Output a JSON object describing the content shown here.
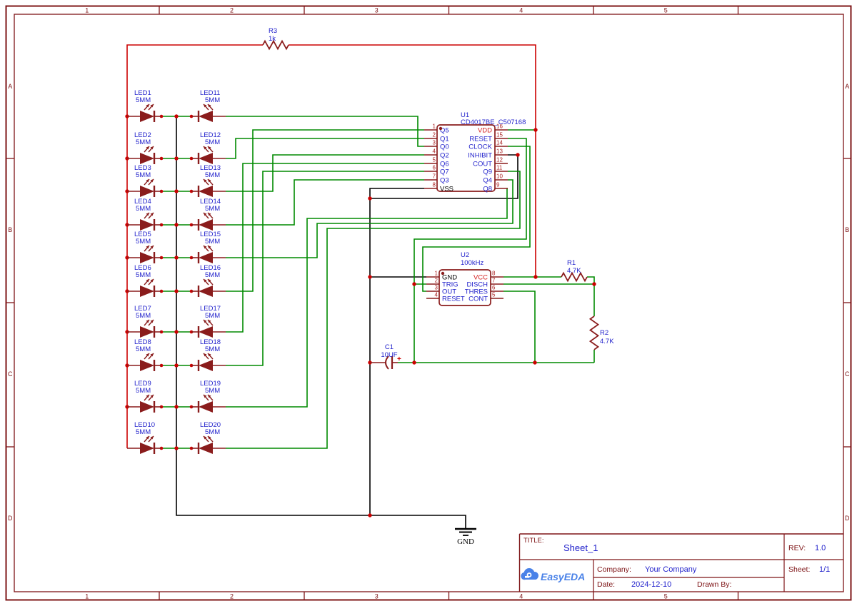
{
  "colors": {
    "frame": "#7e1416",
    "component": "#8a1c1c",
    "wire_green": "#008a00",
    "wire_red": "#cc0000",
    "wire_black": "#000000",
    "label_blue": "#2323cc",
    "power_pin_red": "#d42020",
    "pin_number": "#aa2222",
    "junction": "#cc0000",
    "logo_blue": "#4a82e8"
  },
  "frame": {
    "column_labels": [
      "1",
      "2",
      "3",
      "4",
      "5"
    ],
    "row_labels": [
      "A",
      "B",
      "C",
      "D"
    ]
  },
  "components": {
    "leds_left": [
      {
        "ref": "LED1",
        "value": "5MM"
      },
      {
        "ref": "LED2",
        "value": "5MM"
      },
      {
        "ref": "LED3",
        "value": "5MM"
      },
      {
        "ref": "LED4",
        "value": "5MM"
      },
      {
        "ref": "LED5",
        "value": "5MM"
      },
      {
        "ref": "LED6",
        "value": "5MM"
      },
      {
        "ref": "LED7",
        "value": "5MM"
      },
      {
        "ref": "LED8",
        "value": "5MM"
      },
      {
        "ref": "LED9",
        "value": "5MM"
      },
      {
        "ref": "LED10",
        "value": "5MM"
      }
    ],
    "leds_right": [
      {
        "ref": "LED11",
        "value": "5MM"
      },
      {
        "ref": "LED12",
        "value": "5MM"
      },
      {
        "ref": "LED13",
        "value": "5MM"
      },
      {
        "ref": "LED14",
        "value": "5MM"
      },
      {
        "ref": "LED15",
        "value": "5MM"
      },
      {
        "ref": "LED16",
        "value": "5MM"
      },
      {
        "ref": "LED17",
        "value": "5MM"
      },
      {
        "ref": "LED18",
        "value": "5MM"
      },
      {
        "ref": "LED19",
        "value": "5MM"
      },
      {
        "ref": "LED20",
        "value": "5MM"
      }
    ],
    "resistors": {
      "r3": {
        "ref": "R3",
        "value": "1k"
      },
      "r1": {
        "ref": "R1",
        "value": "4.7K"
      },
      "r2": {
        "ref": "R2",
        "value": "4.7K"
      }
    },
    "capacitor": {
      "ref": "C1",
      "value": "10UF",
      "plus": "+"
    },
    "u1": {
      "ref": "U1",
      "value": "CD4017BE_C507168",
      "left_pins": [
        {
          "num": "1",
          "name": "Q5"
        },
        {
          "num": "2",
          "name": "Q1"
        },
        {
          "num": "3",
          "name": "Q0"
        },
        {
          "num": "4",
          "name": "Q2"
        },
        {
          "num": "5",
          "name": "Q6"
        },
        {
          "num": "6",
          "name": "Q7"
        },
        {
          "num": "7",
          "name": "Q3"
        },
        {
          "num": "8",
          "name": "VSS"
        }
      ],
      "right_pins": [
        {
          "num": "16",
          "name": "VDD"
        },
        {
          "num": "15",
          "name": "RESET"
        },
        {
          "num": "14",
          "name": "CLOCK"
        },
        {
          "num": "13",
          "name": "INHIBIT"
        },
        {
          "num": "12",
          "name": "COUT"
        },
        {
          "num": "11",
          "name": "Q9"
        },
        {
          "num": "10",
          "name": "Q4"
        },
        {
          "num": "9",
          "name": "Q8"
        }
      ]
    },
    "u2": {
      "ref": "U2",
      "value": "100kHz",
      "left_pins": [
        {
          "num": "1",
          "name": "GND"
        },
        {
          "num": "2",
          "name": "TRIG"
        },
        {
          "num": "3",
          "name": "OUT"
        },
        {
          "num": "4",
          "name": "RESET"
        }
      ],
      "right_pins": [
        {
          "num": "8",
          "name": "VCC"
        },
        {
          "num": "7",
          "name": "DISCH"
        },
        {
          "num": "6",
          "name": "THRES"
        },
        {
          "num": "5",
          "name": "CONT"
        }
      ]
    }
  },
  "power": {
    "gnd_label": "GND"
  },
  "title_block": {
    "title_label": "TITLE:",
    "title": "Sheet_1",
    "rev_label": "REV:",
    "rev": "1.0",
    "company_label": "Company:",
    "company": "Your Company",
    "sheet_label": "Sheet:",
    "sheet": "1/1",
    "date_label": "Date:",
    "date": "2024-12-10",
    "drawn_by_label": "Drawn By:",
    "logo_text": "EasyEDA"
  }
}
